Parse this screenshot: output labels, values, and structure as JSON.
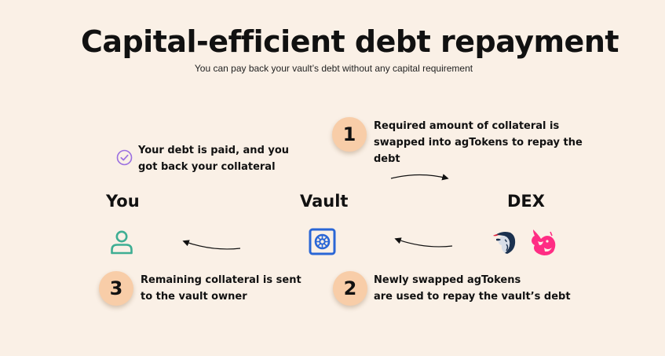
{
  "title": "Capital-efficient debt repayment",
  "subtitle": "You can pay back your vault’s debt without any capital requirement",
  "columns": {
    "you": "You",
    "vault": "Vault",
    "dex": "DEX"
  },
  "paid_note": {
    "line1": "Your debt is paid, and you",
    "line2": "got back your collateral"
  },
  "steps": [
    {
      "number": "1",
      "line1": "Required amount of collateral is",
      "line2": "swapped into agTokens to repay the debt"
    },
    {
      "number": "2",
      "line1": "Newly swapped agTokens",
      "line2": "are used to repay the vault’s debt"
    },
    {
      "number": "3",
      "line1": "Remaining collateral is sent",
      "line2": "to the vault owner"
    }
  ],
  "icons": {
    "check": "check-circle-icon",
    "user": "user-icon",
    "vault": "vault-safe-icon",
    "dex1": "1inch-logo-icon",
    "dex2": "uniswap-logo-icon"
  },
  "colors": {
    "background": "#faf0e6",
    "step_circle": "#f8cda8",
    "check": "#9b6fe0",
    "user": "#3fae93",
    "vault": "#2a66d6",
    "uniswap": "#ff2d84"
  }
}
